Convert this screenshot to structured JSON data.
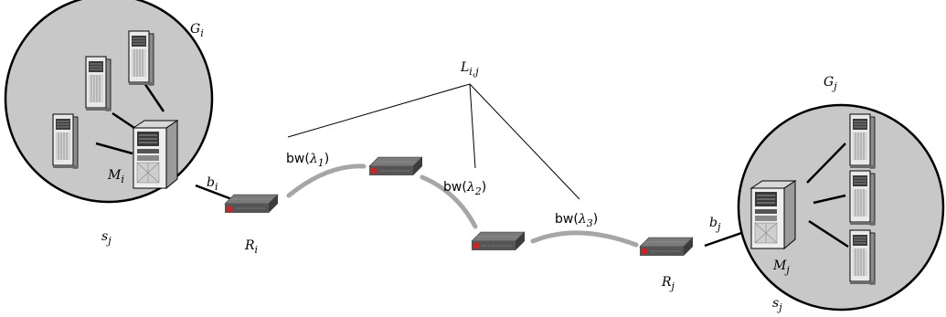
{
  "labels": {
    "group_i": "G",
    "group_i_sub": "i",
    "group_j": "G",
    "group_j_sub": "j",
    "master_i": "M",
    "master_i_sub": "i",
    "master_j": "M",
    "master_j_sub": "j",
    "site_left": "s",
    "site_left_sub": "j",
    "site_right": "s",
    "site_right_sub": "j",
    "access_i": "b",
    "access_i_sub": "i",
    "access_j": "b",
    "access_j_sub": "j",
    "router_i": "R",
    "router_i_sub": "i",
    "router_j": "R",
    "router_j_sub": "j",
    "link": "L",
    "link_sub": "i,j",
    "bw1_prefix": "bw(",
    "bw1_var": "λ",
    "bw1_sub": "1",
    "bw1_suffix": ")",
    "bw2_prefix": "bw(",
    "bw2_var": "λ",
    "bw2_sub": "2",
    "bw2_suffix": ")",
    "bw3_prefix": "bw(",
    "bw3_var": "λ",
    "bw3_sub": "3",
    "bw3_suffix": ")"
  },
  "icons": {
    "server": "server-tower-icon",
    "master": "master-server-icon",
    "router": "router-icon"
  },
  "colors": {
    "site_fill": "#c8c8c8",
    "site_stroke": "#000000",
    "lightpath": "#a6a6a6",
    "router_body": "#555555",
    "router_led": "#d42020"
  }
}
